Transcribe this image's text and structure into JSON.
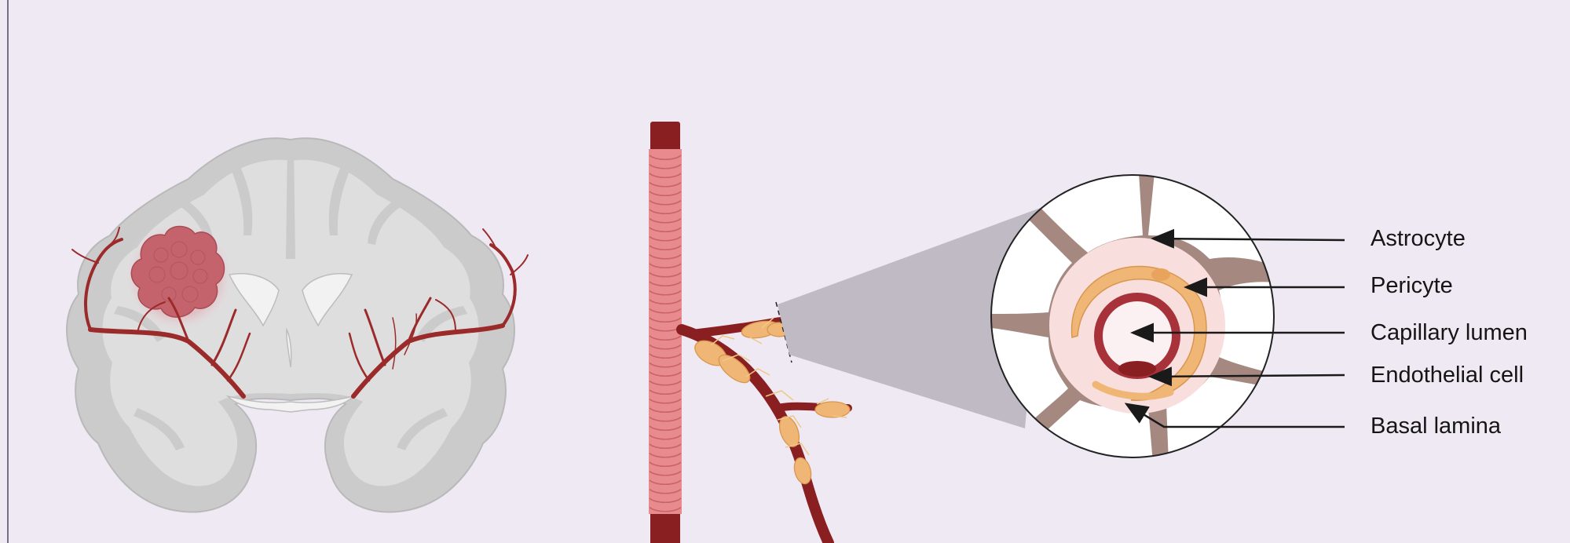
{
  "labels": {
    "astrocyte": "Astrocyte",
    "pericyte": "Pericyte",
    "capillary_lumen": "Capillary lumen",
    "endothelial_cell": "Endothelial cell",
    "basal_lamina": "Basal lamina"
  },
  "colors": {
    "background": "#efe9f3",
    "brain_outer": "#cbcbcb",
    "brain_inner": "#dcdcdc",
    "vessel": "#9b2a2a",
    "tumor": "#c4636c",
    "pericyte": "#f0b675",
    "astrocyte": "#a58880",
    "basal_lamina": "#f8dedd"
  },
  "icons": [
    "brain-coronal-section",
    "tumor",
    "artery-segment",
    "capillary-branch",
    "capillary-cross-section"
  ]
}
